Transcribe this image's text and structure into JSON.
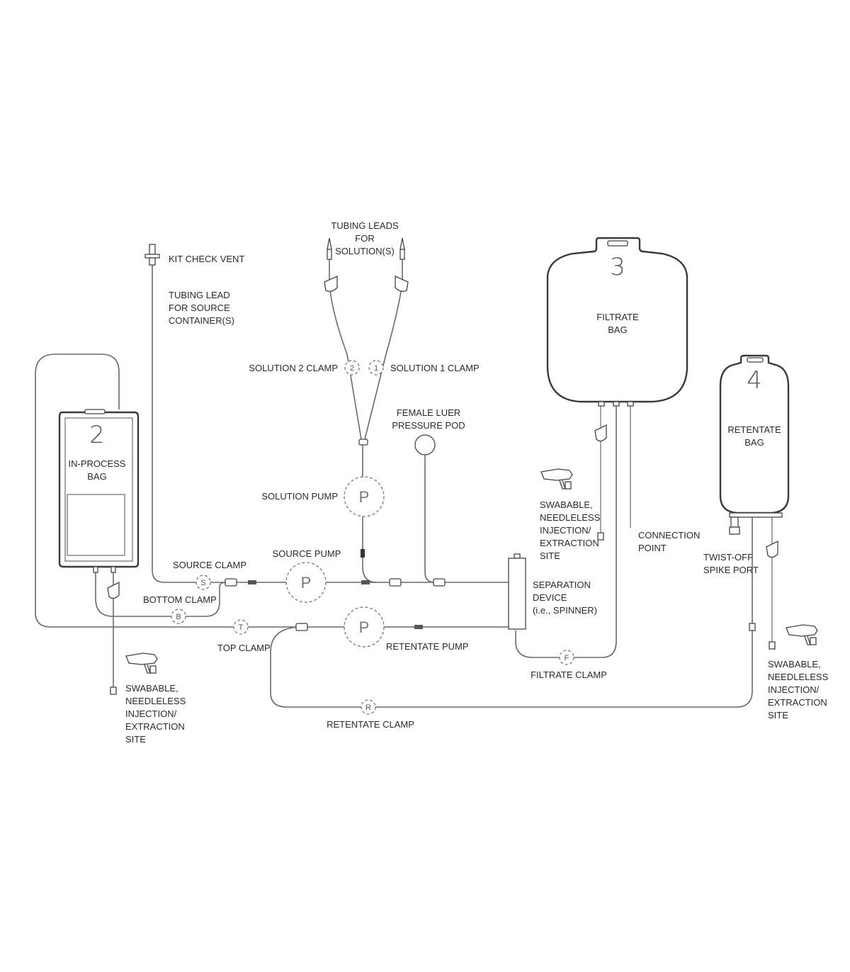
{
  "bags": {
    "in_process": {
      "number": "2",
      "line1": "IN-PROCESS",
      "line2": "BAG"
    },
    "filtrate": {
      "number": "3",
      "line1": "FILTRATE",
      "line2": "BAG"
    },
    "retentate": {
      "number": "4",
      "line1": "RETENTATE",
      "line2": "BAG"
    }
  },
  "labels": {
    "kit_check_vent": "KIT CHECK VENT",
    "tubing_lead_source": [
      "TUBING LEAD",
      "FOR SOURCE",
      "CONTAINER(S)"
    ],
    "tubing_leads_solutions": [
      "TUBING LEADS",
      "FOR",
      "SOLUTION(S)"
    ],
    "solution2_clamp": "SOLUTION 2 CLAMP",
    "solution1_clamp": "SOLUTION 1 CLAMP",
    "female_luer": [
      "FEMALE LUER",
      "PRESSURE POD"
    ],
    "solution_pump": "SOLUTION PUMP",
    "source_pump": "SOURCE PUMP",
    "source_clamp": "SOURCE CLAMP",
    "bottom_clamp": "BOTTOM CLAMP",
    "top_clamp": "TOP CLAMP",
    "retentate_pump": "RETENTATE PUMP",
    "retentate_clamp": "RETENTATE CLAMP",
    "filtrate_clamp": "FILTRATE CLAMP",
    "separation_device": [
      "SEPARATION",
      "DEVICE",
      "(i.e., SPINNER)"
    ],
    "connection_point": [
      "CONNECTION",
      "POINT"
    ],
    "twist_off": [
      "TWIST-OFF",
      "SPIKE PORT"
    ],
    "swabable_left": [
      "SWABABLE,",
      "NEEDLELESS",
      "INJECTION/",
      "EXTRACTION",
      "SITE"
    ],
    "swabable_middle": [
      "SWABABLE,",
      "NEEDLELESS",
      "INJECTION/",
      "EXTRACTION",
      "SITE"
    ],
    "swabable_right": [
      "SWABABLE,",
      "NEEDLELESS",
      "INJECTION/",
      "EXTRACTION",
      "SITE"
    ]
  },
  "markers": {
    "pump": "P",
    "source_clamp": "S",
    "bottom_clamp": "B",
    "top_clamp": "T",
    "retentate_clamp": "R",
    "filtrate_clamp": "F",
    "solution2_clamp": "2",
    "solution1_clamp": "1"
  }
}
